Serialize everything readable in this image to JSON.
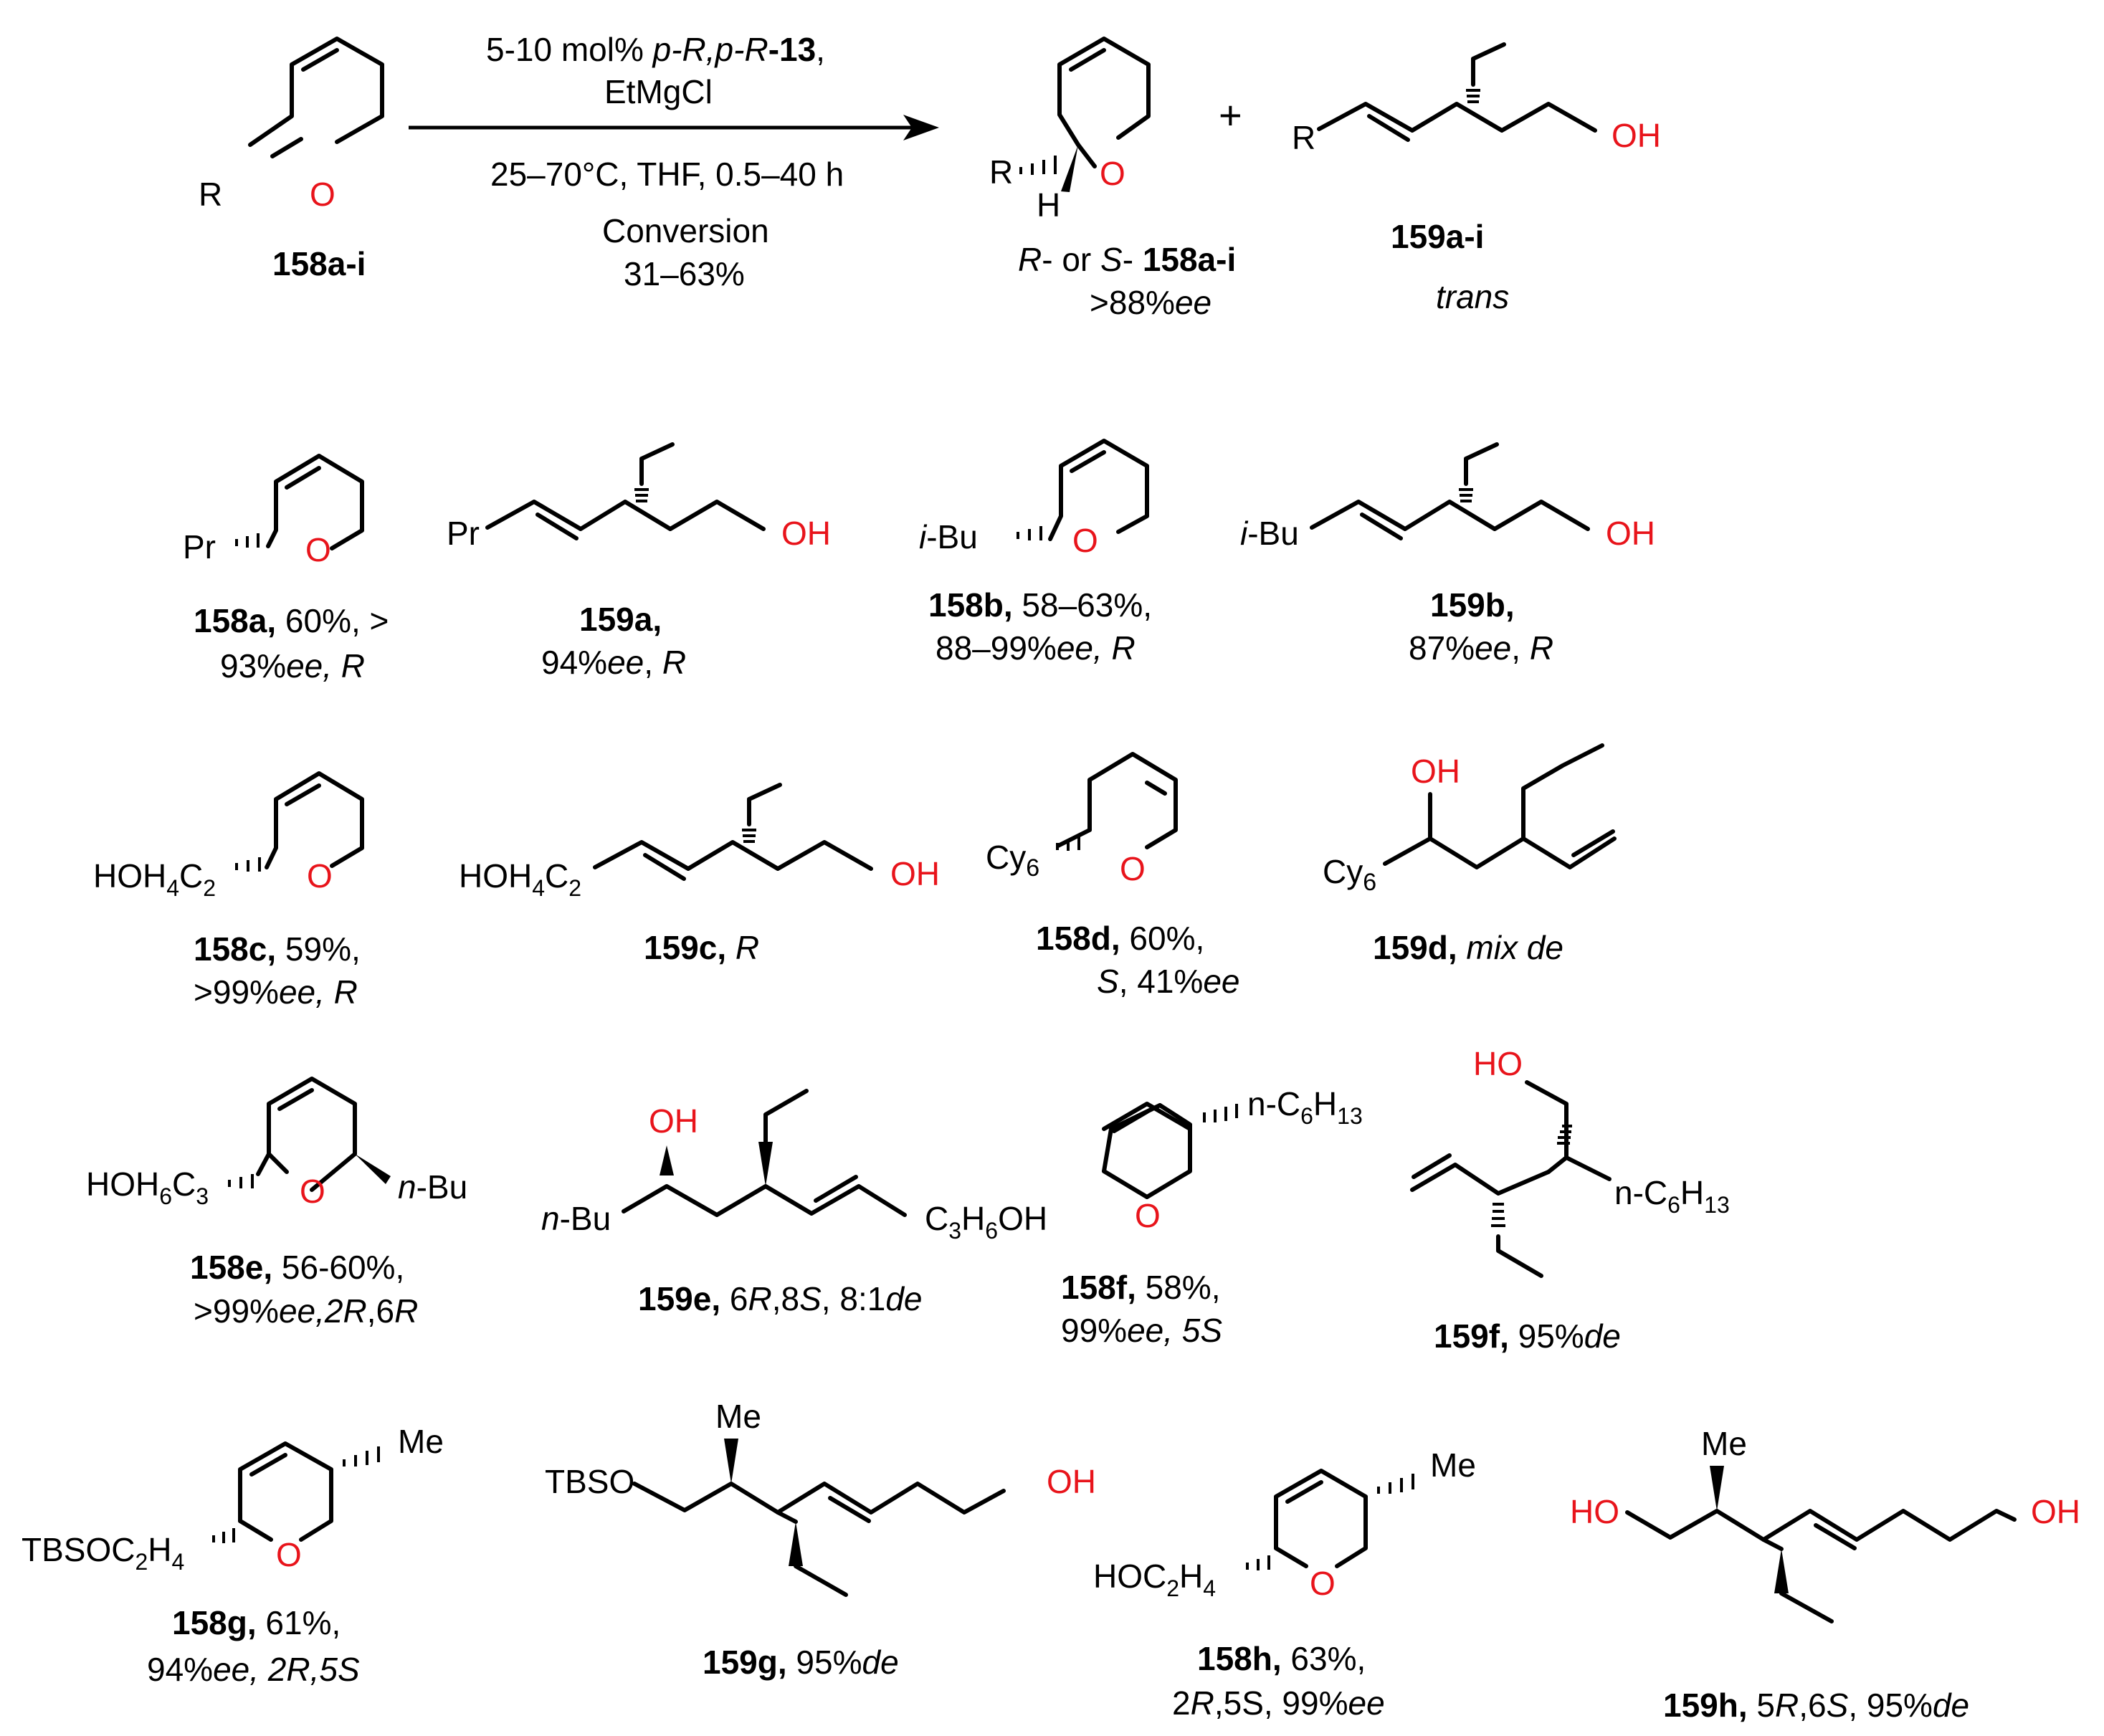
{
  "reaction": {
    "reagent_line1_a": "5-10 mol% ",
    "reagent_line1_b": "p-R,p-R",
    "reagent_line1_c": "-13",
    "reagent_line1_d": ",",
    "reagent_line2": "EtMgCl",
    "conditions": "25–70°C, THF, 0.5–40 h",
    "conversion_label": "Conversion",
    "conversion_value": "31–63%",
    "start_label": "158a-i",
    "start_substituent": "R",
    "product1_label_a": "R",
    "product1_label_b": "- or ",
    "product1_label_c": "S",
    "product1_label_d": "- ",
    "product1_label_e": "158a-i",
    "product1_ee_a": ">88%",
    "product1_ee_b": "ee",
    "product1_H": "H",
    "product1_R": "R",
    "plus": "+",
    "product2_label": "159a-i",
    "product2_geometry": "trans",
    "product2_R": "R"
  },
  "atoms": {
    "O": "O",
    "OH": "OH",
    "HO": "HO"
  },
  "compounds": {
    "c158a": {
      "sub": "Pr",
      "id": "158a,",
      "l1": " 60%, >",
      "l2a": "93%",
      "l2b": "ee, R"
    },
    "c159a": {
      "sub": "Pr",
      "id": "159a,",
      "l2a": "94%",
      "l2b": "ee",
      "l2c": ", ",
      "l2d": "R"
    },
    "c158b": {
      "sub_i": "i",
      "sub": "-Bu",
      "id": "158b,",
      "l1": " 58–63%,",
      "l2a": "88–99%",
      "l2b": "ee, R"
    },
    "c159b": {
      "sub_i": "i",
      "sub": "-Bu",
      "id": "159b,",
      "l2a": "87%",
      "l2b": "ee",
      "l2c": ", ",
      "l2d": "R"
    },
    "c158c": {
      "sub_a": "HOH",
      "sub_b": "4",
      "sub_c": "C",
      "sub_d": "2",
      "id": "158c,",
      "l1": " 59%,",
      "l2a": ">99%",
      "l2b": "ee, R"
    },
    "c159c": {
      "sub_a": "HOH",
      "sub_b": "4",
      "sub_c": "C",
      "sub_d": "2",
      "id": "159c,",
      "l1": " ",
      "l1i": "R"
    },
    "c158d": {
      "sub_a": "Cy",
      "sub_b": "6",
      "id": "158d,",
      "l1": " 60%,",
      "l2a": "S",
      "l2b": ", 41%",
      "l2c": "ee"
    },
    "c159d": {
      "sub_a": "Cy",
      "sub_b": "6",
      "id": "159d,",
      "l1": " ",
      "l1i": "mix de"
    },
    "c158e": {
      "sub_a": "HOH",
      "sub_b": "6",
      "sub_c": "C",
      "sub_d": "3",
      "sub2_i": "n",
      "sub2": "-Bu",
      "id": "158e,",
      "l1": " 56-60%,",
      "l2a": ">99%",
      "l2b": "ee,2R",
      "l2c": ",6",
      "l2d": "R"
    },
    "c159e": {
      "sub_i": "n",
      "sub": "-Bu",
      "tail_a": "C",
      "tail_b": "3",
      "tail_c": "H",
      "tail_d": "6",
      "tail_e": "OH",
      "id": "159e,",
      "l1a": " 6",
      "l1b": "R",
      "l1c": ",8",
      "l1d": "S",
      "l1e": ", 8:1",
      "l1f": "de"
    },
    "c158f": {
      "sub_a": "n-C",
      "sub_b": "6",
      "sub_c": "H",
      "sub_d": "13",
      "id": "158f,",
      "l1": " 58%,",
      "l2a": "99%",
      "l2b": "ee, 5S"
    },
    "c159f": {
      "sub_a": "n-C",
      "sub_b": "6",
      "sub_c": "H",
      "sub_d": "13",
      "id": "159f,",
      "l1": " 95%",
      "l1i": "de"
    },
    "c158g": {
      "sub_a": "TBSOC",
      "sub_b": "2",
      "sub_c": "H",
      "sub_d": "4",
      "me": "Me",
      "id": "158g,",
      "l1": " 61%,",
      "l2a": "94%",
      "l2b": "ee, 2R,5S"
    },
    "c159g": {
      "tbso": "TBSO",
      "me": "Me",
      "id": "159g,",
      "l1": " 95%",
      "l1i": "de"
    },
    "c158h": {
      "sub_a": "HOC",
      "sub_b": "2",
      "sub_c": "H",
      "sub_d": "4",
      "me": "Me",
      "id": "158h,",
      "l1": " 63%,",
      "l2a": "2",
      "l2b": "R",
      "l2c": ",5S, 99%",
      "l2d": "ee"
    },
    "c159h": {
      "me": "Me",
      "id": "159h,",
      "l1a": " 5",
      "l1b": "R",
      "l1c": ",6",
      "l1d": "S",
      "l1e": ", 95%",
      "l1f": "de"
    }
  }
}
